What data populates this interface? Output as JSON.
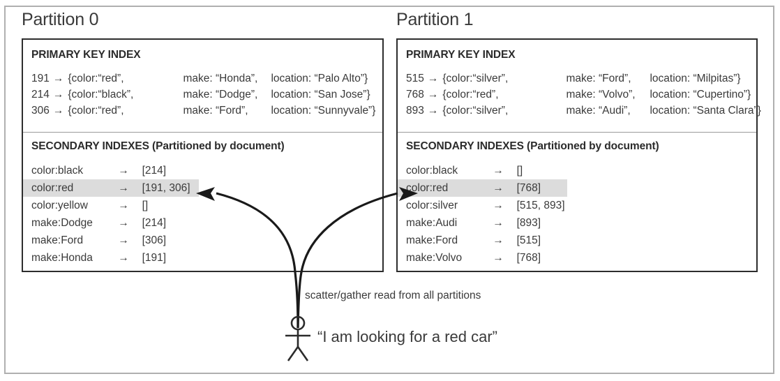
{
  "figure": {
    "partitions": [
      {
        "title": "Partition 0",
        "primary_index": {
          "heading": "PRIMARY KEY INDEX",
          "rows": [
            {
              "id": "191",
              "arrow": "→",
              "open": "{color:",
              "color": "“red”,",
              "make_label": "make:",
              "make": "“Honda”,",
              "location_label": "location:",
              "location": "“Palo Alto”}"
            },
            {
              "id": "214",
              "arrow": "→",
              "open": "{color:",
              "color": "“black”,",
              "make_label": "make:",
              "make": "“Dodge”,",
              "location_label": "location:",
              "location": "“San Jose”}"
            },
            {
              "id": "306",
              "arrow": "→",
              "open": "{color:",
              "color": "“red”,",
              "make_label": "make:",
              "make": "“Ford”,",
              "location_label": "location:",
              "location": "“Sunnyvale”}"
            }
          ]
        },
        "secondary_index": {
          "heading": "SECONDARY INDEXES (Partitioned by document)",
          "rows": [
            {
              "key": "color:black",
              "arrow": "→",
              "value": "[214]",
              "highlighted": false
            },
            {
              "key": "color:red",
              "arrow": "→",
              "value": "[191, 306]",
              "highlighted": true
            },
            {
              "key": "color:yellow",
              "arrow": "→",
              "value": "[]",
              "highlighted": false
            },
            {
              "key": "make:Dodge",
              "arrow": "→",
              "value": "[214]",
              "highlighted": false
            },
            {
              "key": "make:Ford",
              "arrow": "→",
              "value": "[306]",
              "highlighted": false
            },
            {
              "key": "make:Honda",
              "arrow": "→",
              "value": "[191]",
              "highlighted": false
            }
          ]
        }
      },
      {
        "title": "Partition 1",
        "primary_index": {
          "heading": "PRIMARY KEY INDEX",
          "rows": [
            {
              "id": "515",
              "arrow": "→",
              "open": "{color:",
              "color": "“silver”,",
              "make_label": "make:",
              "make": "“Ford”,",
              "location_label": "location:",
              "location": "“Milpitas”}"
            },
            {
              "id": "768",
              "arrow": "→",
              "open": "{color:",
              "color": "“red”,",
              "make_label": "make:",
              "make": "“Volvo”,",
              "location_label": "location:",
              "location": "“Cupertino”}"
            },
            {
              "id": "893",
              "arrow": "→",
              "open": "{color:",
              "color": "“silver”,",
              "make_label": "make:",
              "make": "“Audi”,",
              "location_label": "location:",
              "location": "“Santa Clara”}"
            }
          ]
        },
        "secondary_index": {
          "heading": "SECONDARY INDEXES (Partitioned by document)",
          "rows": [
            {
              "key": "color:black",
              "arrow": "→",
              "value": "[]",
              "highlighted": false
            },
            {
              "key": "color:red",
              "arrow": "→",
              "value": "[768]",
              "highlighted": true
            },
            {
              "key": "color:silver",
              "arrow": "→",
              "value": "[515, 893]",
              "highlighted": false
            },
            {
              "key": "make:Audi",
              "arrow": "→",
              "value": "[893]",
              "highlighted": false
            },
            {
              "key": "make:Ford",
              "arrow": "→",
              "value": "[515]",
              "highlighted": false
            },
            {
              "key": "make:Volvo",
              "arrow": "→",
              "value": "[768]",
              "highlighted": false
            }
          ]
        }
      }
    ],
    "scatter_label": "scatter/gather read from all partitions",
    "user_quote": "“I am looking for a red car”",
    "colors": {
      "highlight": "#dcdcdc",
      "text": "#3a3a3a",
      "panel_border": "#2d2d2d",
      "outer_border": "#b0b0b0",
      "divider": "#9a9a9a",
      "arrow": "#1a1a1a"
    }
  }
}
